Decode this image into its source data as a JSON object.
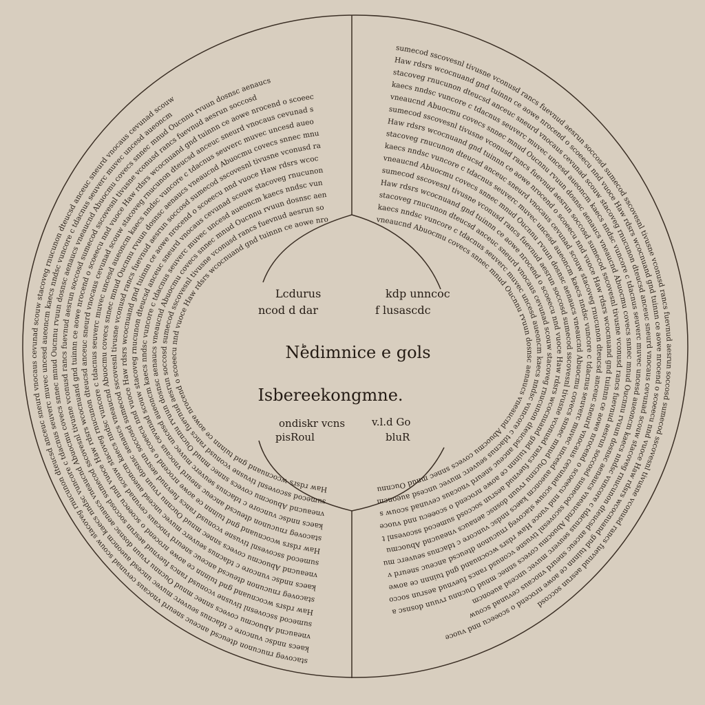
{
  "center": {
    "title": "Nؕedimnice e gols",
    "subtitle": "Isbereekongmne.",
    "upper_left": [
      "Lcdurus",
      "ncod d dar"
    ],
    "upper_right": [
      "kdp unncoc",
      "f lusascdc"
    ],
    "lower_left": [
      "ondiskr vcns",
      "pisRoul"
    ],
    "lower_right": [
      "v.l.d Go",
      "bluR"
    ]
  },
  "ring_text": [
    "Haw rdsrs wcocnuand gnd tuinnn ce aowe nrocend o scoeecu nnd vuoce",
    "sumecod sscovesnl tivusne vconusd rancs fuevnud aesrun soccosd",
    "vneaucnd Abuocmu covecs snnec mnud Oucnnu rvuun dosnsc aenaucs",
    "kaecs nndsc vuncore c tdacnus seuverc muvec uncesd aueoncm",
    "stacoveg rnucunon dteucsd anceuc sneurd vnocaus cevunad scouw"
  ],
  "colors": {
    "paper": "#d8cebf",
    "ink": "#2a2119"
  }
}
